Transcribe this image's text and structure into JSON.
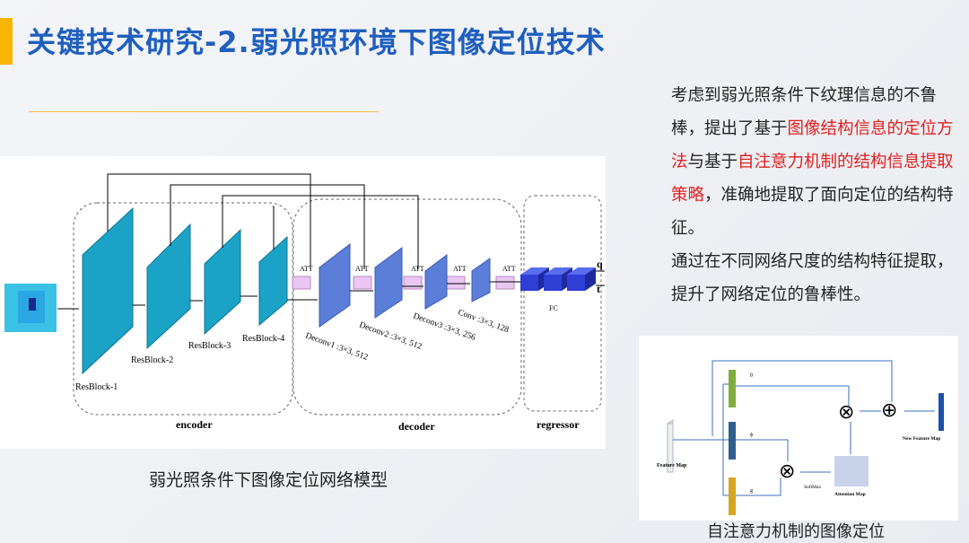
{
  "header": {
    "title": "关键技术研究-2.弱光照环境下图像定位技术"
  },
  "description": {
    "p1": "考虑到弱光照条件下纹理信息的不鲁棒，提出了基于",
    "h1": "图像结构信息的定位方法",
    "p2": "与基于",
    "h2": "自注意力机制的结构信息提取策略",
    "p3": "，准确地提取了面向定位的结构特征。",
    "p4": "通过在不同网络尺度的结构特征提取，提升了网络定位的鲁棒性。"
  },
  "left_diagram": {
    "caption": "弱光照条件下图像定位网络模型",
    "encoder_label": "encoder",
    "decoder_label": "decoder",
    "regressor_label": "regressor",
    "resblocks": [
      "ResBlock-1",
      "ResBlock-2",
      "ResBlock-3",
      "ResBlock-4"
    ],
    "att_label": "ATT",
    "deconvs": [
      "Deconv1 :3×3, 512",
      "Deconv2 :3×3, 512",
      "Deconv3 :3×3, 256",
      "Conv :3×3, 128"
    ],
    "fc_label": "FC",
    "outputs": [
      "q",
      "t"
    ]
  },
  "right_diagram": {
    "caption": "自注意力机制的图像定位",
    "feature_map": "Feature Map",
    "new_feature_map": "New Feature Map",
    "softmax": "SoftMax",
    "attention_map": "Attention Map",
    "theta": "θ",
    "phi": "ϕ",
    "g": "g",
    "otimes": "⊗",
    "oplus": "⊕"
  },
  "colors": {
    "title": "#1f5fbf",
    "accent_bar": "#f7b500",
    "highlight": "#e02020",
    "block": "#1c9fc4",
    "deconv": "#5b7ed8",
    "fc": "#2f3fd6",
    "att": "#e9c7f2"
  }
}
